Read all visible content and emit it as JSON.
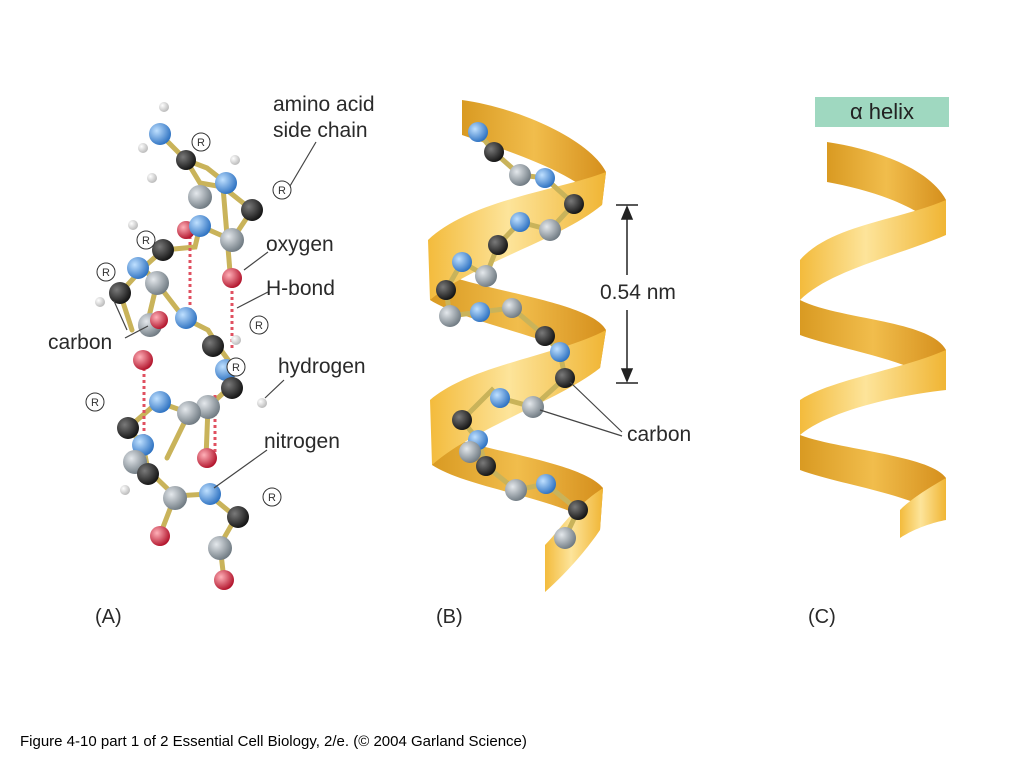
{
  "labels": {
    "amino_acid": "amino acid",
    "side_chain": "side chain",
    "oxygen": "oxygen",
    "h_bond": "H-bond",
    "carbon_a": "carbon",
    "hydrogen": "hydrogen",
    "nitrogen": "nitrogen",
    "distance": "0.54 nm",
    "carbon_b": "carbon",
    "r_group": "R"
  },
  "panels": {
    "a": "(A)",
    "b": "(B)",
    "c": "(C)"
  },
  "helix_badge": "α helix",
  "caption": "Figure 4-10 part 1 of 2  Essential Cell Biology, 2/e. (© 2004 Garland Science)",
  "colors": {
    "ribbon_light": "#fbe28a",
    "ribbon_mid": "#f5c24a",
    "ribbon_dark": "#e0a126",
    "carbon": "#1e1e1e",
    "alpha_carbon": "#8c969e",
    "nitrogen": "#4a90d9",
    "oxygen": "#d8283a",
    "hydrogen": "#f0f0f0",
    "hbond": "#e05060",
    "badge": "#9fd8c0"
  }
}
